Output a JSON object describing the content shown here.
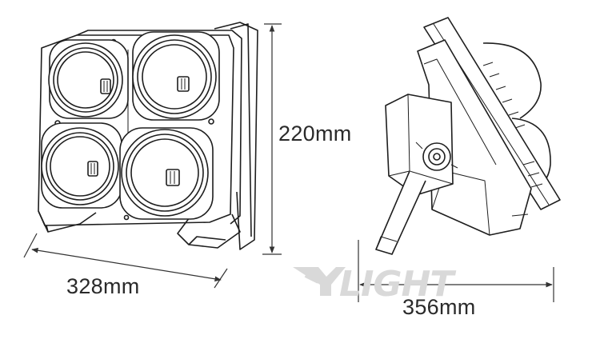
{
  "dimensions": {
    "height_label": "220mm",
    "width_label": "328mm",
    "depth_label": "356mm"
  },
  "watermark": {
    "text": "YLIGHT"
  },
  "colors": {
    "line": "#1e1e1e",
    "dimension_line": "#333333",
    "watermark": "#d9d9d9",
    "background": "#ffffff"
  }
}
